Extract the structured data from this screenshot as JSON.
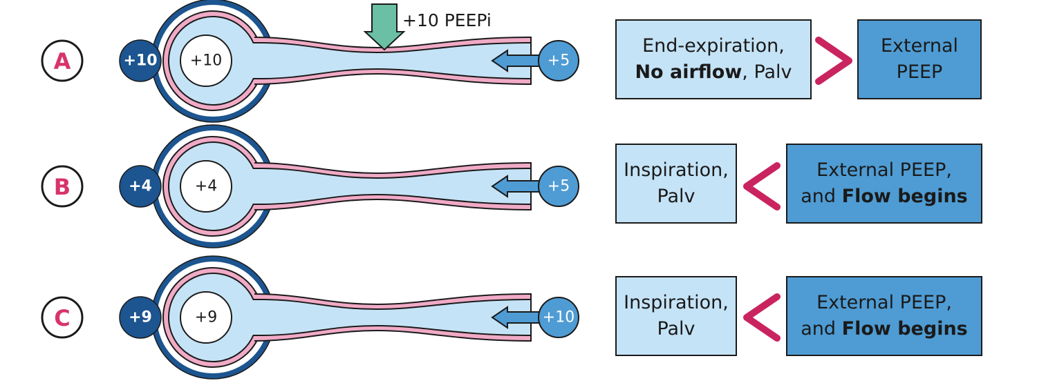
{
  "colors": {
    "navy": "#1c5590",
    "mid_blue": "#4f9cd4",
    "light_blue": "#c5e3f6",
    "pink": "#f0aac6",
    "letter_pink": "#d8336b",
    "chevron": "#c9245f",
    "teal_arrow": "#6bbfa4",
    "outline": "#1a1a1a"
  },
  "peepi_label": "+10 PEEPi",
  "rows": [
    {
      "letter": "A",
      "pleural": "+10",
      "alveolar": "+10",
      "ventilator": "+5",
      "comparison": "greater-than",
      "left_box": {
        "line1": "End-expiration,",
        "bold": "No airflow",
        "line2_rest": ", Palv"
      },
      "right_box": {
        "line1": "External",
        "line2": "PEEP"
      }
    },
    {
      "letter": "B",
      "pleural": "+4",
      "alveolar": "+4",
      "ventilator": "+5",
      "comparison": "less-than",
      "left_box": {
        "line1": "Inspiration,",
        "line2": "Palv"
      },
      "right_box": {
        "line1": "External PEEP,",
        "prefix": "and ",
        "bold": "Flow begins"
      }
    },
    {
      "letter": "C",
      "pleural": "+9",
      "alveolar": "+9",
      "ventilator": "+10",
      "comparison": "less-than",
      "left_box": {
        "line1": "Inspiration,",
        "line2": "Palv"
      },
      "right_box": {
        "line1": "External PEEP,",
        "prefix": "and ",
        "bold": "Flow begins"
      }
    }
  ]
}
